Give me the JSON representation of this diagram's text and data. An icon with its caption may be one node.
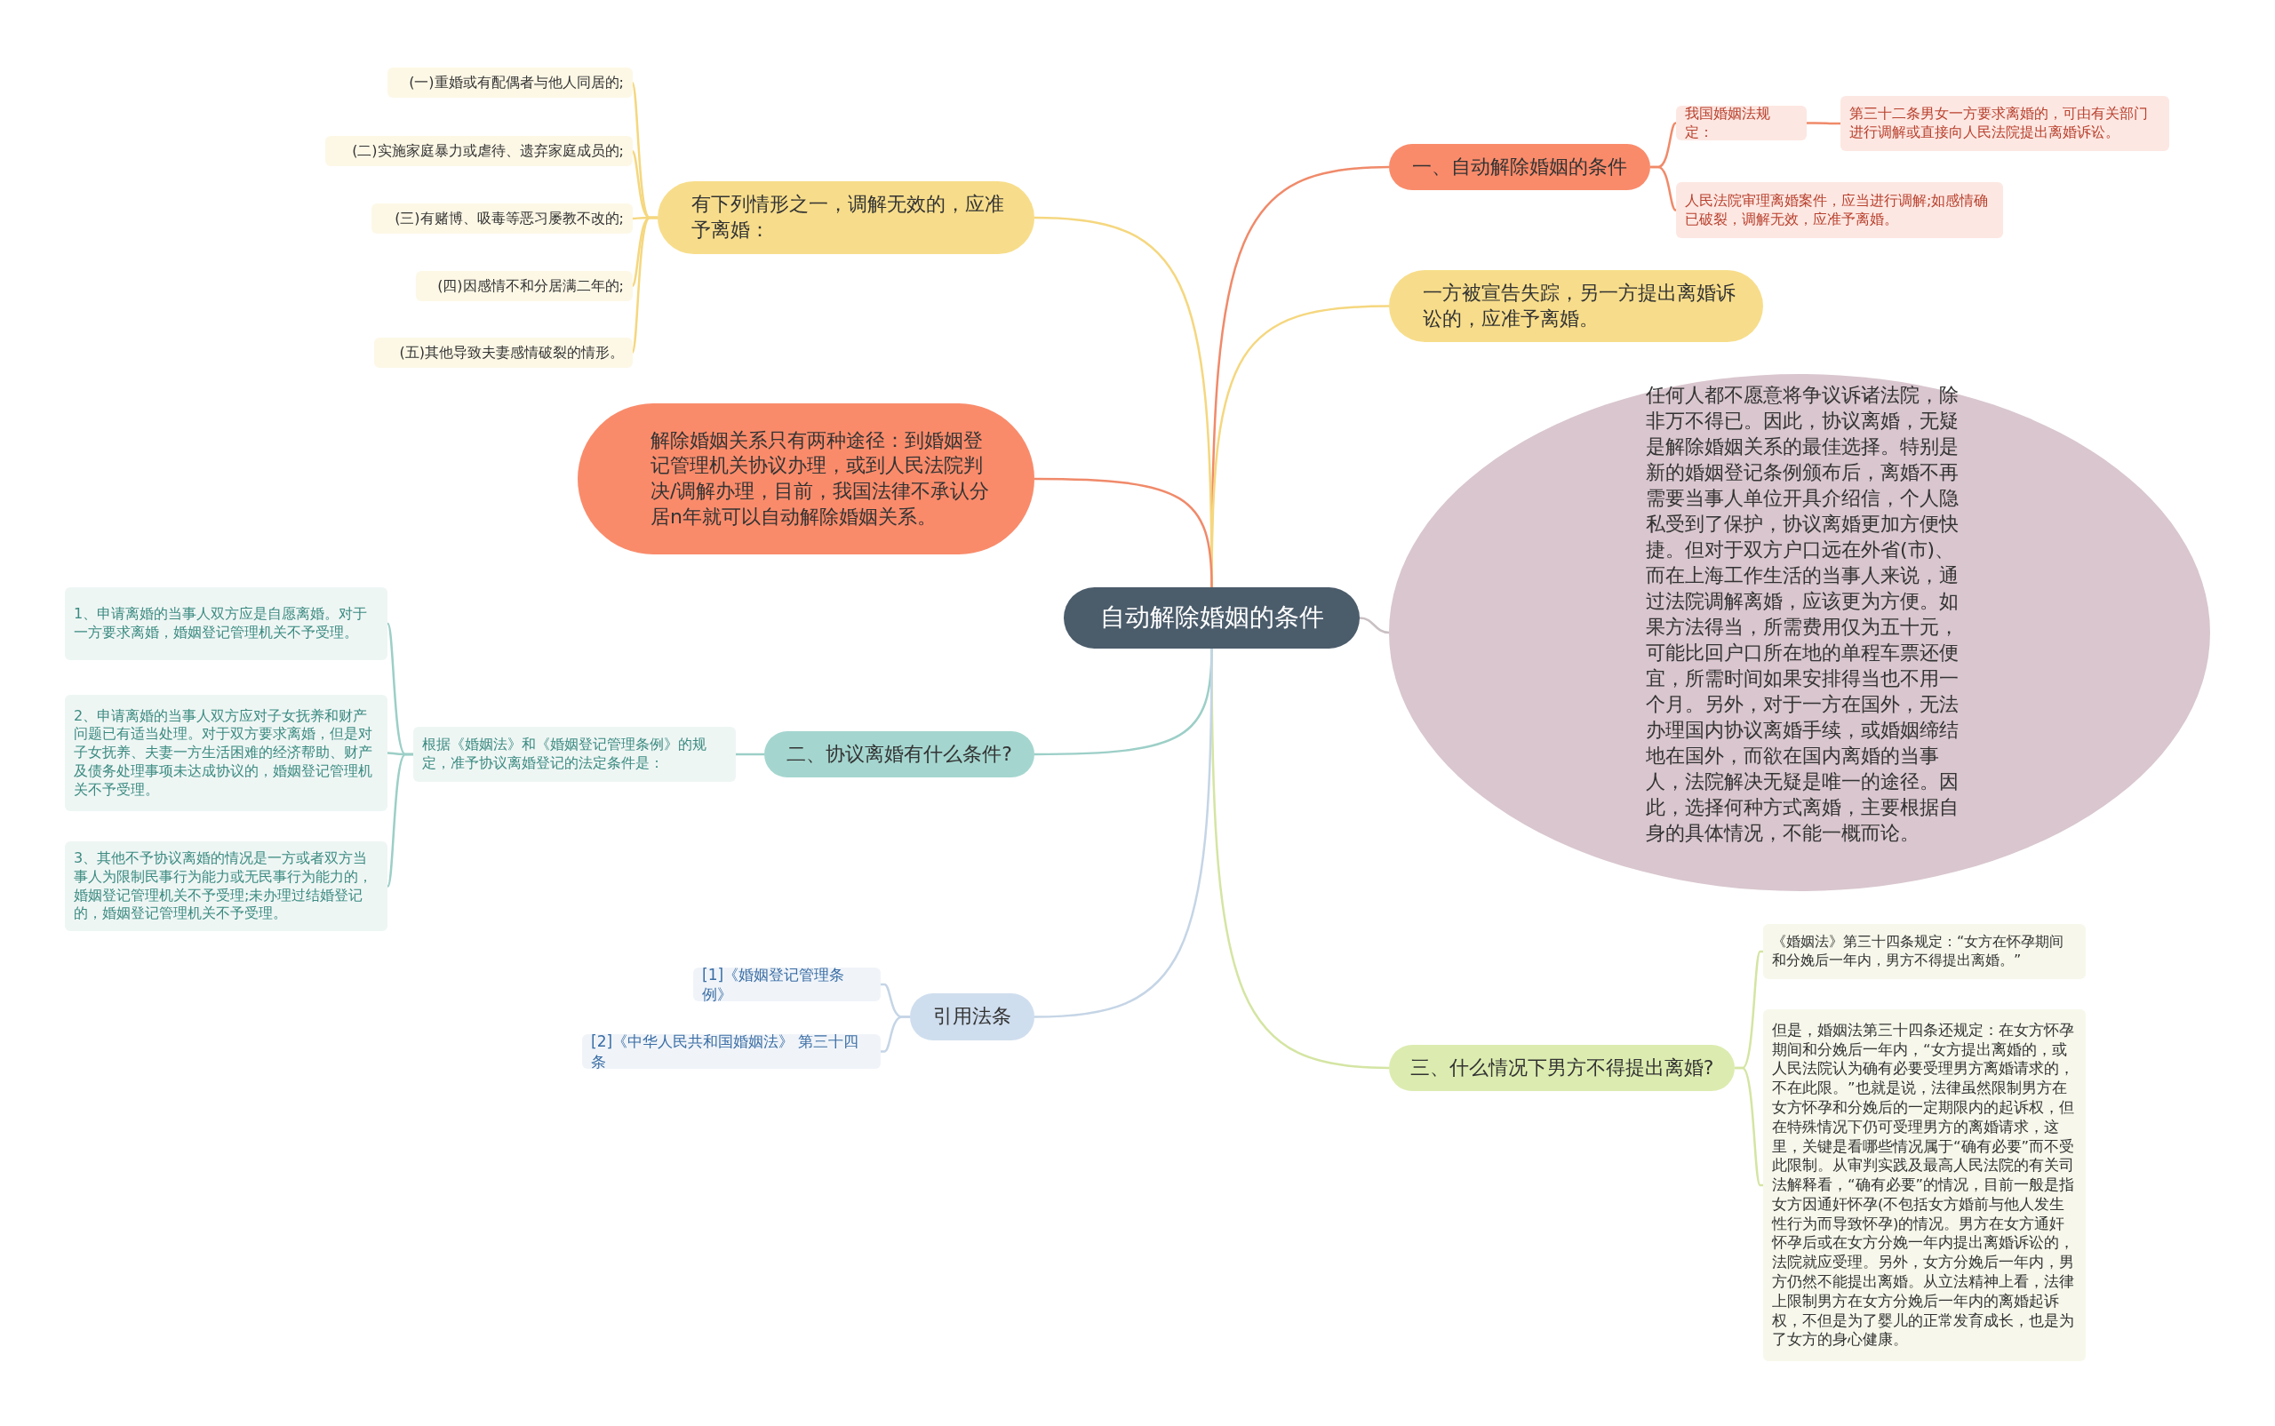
{
  "diagram": {
    "nodes": [
      {
        "text": [
          "自动解除婚姻的条件"
        ]
      },
      {
        "text": [
          "一、自动解除婚姻的条件"
        ]
      },
      {
        "text": [
          "我国婚姻法规定："
        ]
      },
      {
        "text": [
          "第三十二条男女一方要求离婚的，可由有关部门进行调解或直接向人民法院提出离婚诉讼。"
        ]
      },
      {
        "text": [
          "人民法院审理离婚案件，应当进行调解;如感情确已破裂，调解无效，应准予离婚。"
        ]
      },
      {
        "text": [
          "一方被宣告失踪，另一方提出离婚诉讼的，应准予离婚。"
        ]
      },
      {
        "text": [
          "任何人都不愿意将争议诉诸法院，除非万不得已。因此，协议离婚，无疑是解除婚姻关系的最佳选择。特别是新的婚姻登记条例颁布后，离婚不再需要当事人单位开具介绍信，个人隐私受到了保护，协议离婚更加方便快捷。但对于双方户口远在外省(市)、而在上海工作生活的当事人来说，通过法院调解离婚，应该更为方便。如果方法得当，所需费用仅为五十元，可能比回户口所在地的单程车票还便宜，所需时间如果安排得当也不用一个月。另外，对于一方在国外，无法办理国内协议离婚手续，或婚姻缔结地在国外，而欲在国内离婚的当事人，法院解决无疑是唯一的途径。因此，选择何种方式离婚，主要根据自身的具体情况，不能一概而论。"
        ]
      },
      {
        "text": [
          "三、什么情况下男方不得提出离婚?"
        ]
      },
      {
        "text": [
          "《婚姻法》第三十四条规定：“女方在怀孕期间和分娩后一年内，男方不得提出离婚。”"
        ]
      },
      {
        "text": [
          "但是，婚姻法第三十四条还规定：在女方怀孕期间和分娩后一年内，“女方提出离婚的，或人民法院认为确有必要受理男方离婚请求的，不在此限。”也就是说，法律虽然限制男方在女方怀孕和分娩后的一定期限内的起诉权，但在特殊情况下仍可受理男方的离婚请求，这里，关键是看哪些情况属于“确有必要”而不受此限制。从审判实践及最高人民法院的有关司法解释看，“确有必要”的情况，目前一般是指女方因通奸怀孕(不包括女方婚前与他人发生性行为而导致怀孕)的情况。男方在女方通奸怀孕后或在女方分娩一年内提出离婚诉讼的，法院就应受理。另外，女方分娩后一年内，男方仍然不能提出离婚。从立法精神上看，法律上限制男方在女方分娩后一年内的离婚起诉权，不但是为了婴儿的正常发育成长，也是为了女方的身心健康。"
        ]
      },
      {
        "text": [
          "有下列情形之一，调解无效的，应准予离婚："
        ]
      },
      {
        "text": [
          "(一)重婚或有配偶者与他人同居的;"
        ]
      },
      {
        "text": [
          "(二)实施家庭暴力或虐待、遗弃家庭成员的;"
        ]
      },
      {
        "text": [
          "(三)有赌博、吸毒等恶习屡教不改的;"
        ]
      },
      {
        "text": [
          "(四)因感情不和分居满二年的;"
        ]
      },
      {
        "text": [
          "(五)其他导致夫妻感情破裂的情形。"
        ]
      },
      {
        "text": [
          "解除婚姻关系只有两种途径：到婚姻登记管理机关协议办理，或到人民法院判决/调解办理，目前，我国法律不承认分居n年就可以自动解除婚姻关系。"
        ]
      },
      {
        "text": [
          "二、协议离婚有什么条件?"
        ]
      },
      {
        "text": [
          "根据《婚姻法》和《婚姻登记管理条例》的规定，准予协议离婚登记的法定条件是："
        ]
      },
      {
        "text": [
          "1、申请离婚的当事人双方应是自愿离婚。对于一方要求离婚，婚姻登记管理机关不予受理。"
        ]
      },
      {
        "text": [
          "2、申请离婚的当事人双方应对子女抚养和财产问题已有适当处理。对于双方要求离婚，但是对子女抚养、夫妻一方生活困难的经济帮助、财产及债务处理事项未达成协议的，婚姻登记管理机关不予受理。"
        ]
      },
      {
        "text": [
          "3、其他不予协议离婚的情况是一方或者双方当事人为限制民事行为能力或无民事行为能力的，婚姻登记管理机关不予受理;未办理过结婚登记的，婚姻登记管理机关不予受理。"
        ]
      },
      {
        "text": [
          "引用法条"
        ]
      },
      {
        "text": [
          "[1]《婚姻登记管理条例》"
        ]
      },
      {
        "text": [
          "[2]《中华人民共和国婚姻法》 第三十四条"
        ]
      }
    ],
    "edges": [
      {
        "from": 0,
        "to": 1,
        "arrow": "none",
        "color": "#f08a6a"
      },
      {
        "from": 1,
        "to": 2,
        "arrow": "none",
        "color": "#f08a6a"
      },
      {
        "from": 2,
        "to": 3,
        "arrow": "none",
        "color": "#f08a6a"
      },
      {
        "from": 1,
        "to": 4,
        "arrow": "none",
        "color": "#f08a6a"
      },
      {
        "from": 0,
        "to": 5,
        "arrow": "none",
        "color": "#f5d77f"
      },
      {
        "from": 0,
        "to": 6,
        "arrow": "none",
        "color": "#c9c0c4"
      },
      {
        "from": 0,
        "to": 7,
        "arrow": "none",
        "color": "#d4e5a3"
      },
      {
        "from": 7,
        "to": 8,
        "arrow": "none",
        "color": "#d4e5a3"
      },
      {
        "from": 7,
        "to": 9,
        "arrow": "none",
        "color": "#d4e5a3"
      },
      {
        "from": 0,
        "to": 10,
        "arrow": "none",
        "color": "#f5d77f"
      },
      {
        "from": 10,
        "to": 11,
        "arrow": "none",
        "color": "#f5d77f"
      },
      {
        "from": 10,
        "to": 12,
        "arrow": "none",
        "color": "#f5d77f"
      },
      {
        "from": 10,
        "to": 13,
        "arrow": "none",
        "color": "#f5d77f"
      },
      {
        "from": 10,
        "to": 14,
        "arrow": "none",
        "color": "#f5d77f"
      },
      {
        "from": 10,
        "to": 15,
        "arrow": "none",
        "color": "#f5d77f"
      },
      {
        "from": 0,
        "to": 16,
        "arrow": "none",
        "color": "#f08a6a"
      },
      {
        "from": 0,
        "to": 17,
        "arrow": "none",
        "color": "#9ccfc7"
      },
      {
        "from": 17,
        "to": 18,
        "arrow": "none",
        "color": "#9ccfc7"
      },
      {
        "from": 18,
        "to": 19,
        "arrow": "none",
        "color": "#9ccfc7"
      },
      {
        "from": 18,
        "to": 20,
        "arrow": "none",
        "color": "#9ccfc7"
      },
      {
        "from": 18,
        "to": 21,
        "arrow": "none",
        "color": "#9ccfc7"
      },
      {
        "from": 0,
        "to": 22,
        "arrow": "none",
        "color": "#c5d5e6"
      },
      {
        "from": 22,
        "to": 23,
        "arrow": "none",
        "color": "#c5d5e6"
      },
      {
        "from": 22,
        "to": 24,
        "arrow": "none",
        "color": "#c5d5e6"
      }
    ]
  }
}
